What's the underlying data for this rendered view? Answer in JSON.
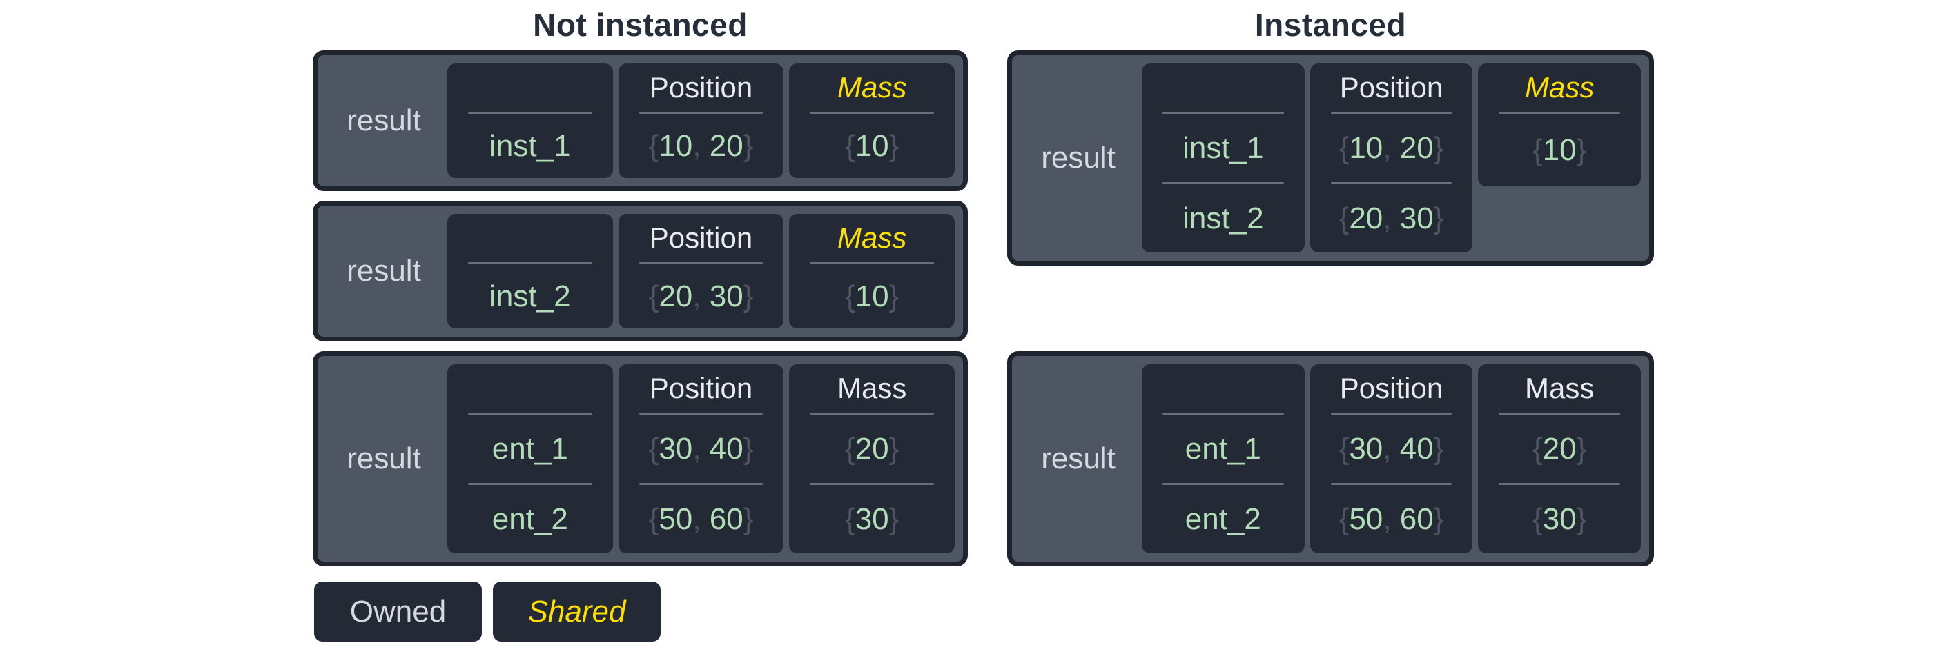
{
  "colors": {
    "page_background": "#ffffff",
    "title_text": "#272e3b",
    "container_fill": "#4f5663",
    "container_border": "#1f242e",
    "cell_fill": "#242a35",
    "divider": "#68707f",
    "header_text": "#e9ebef",
    "shared_yellow": "#ffdf00",
    "value_green": "#b2ddb8",
    "brace_muted": "#4d5462",
    "result_text": "#d6d9df"
  },
  "legend": {
    "owned_label": "Owned",
    "shared_label": "Shared"
  },
  "sections": [
    {
      "title": "Not instanced",
      "tables": [
        {
          "label": "result",
          "columns": [
            {
              "header": "",
              "shared": false,
              "values": [
                "inst_1"
              ]
            },
            {
              "header": "Position",
              "shared": false,
              "values": [
                "{10, 20}"
              ]
            },
            {
              "header": "Mass",
              "shared": true,
              "values": [
                "{10}"
              ]
            }
          ]
        },
        {
          "label": "result",
          "columns": [
            {
              "header": "",
              "shared": false,
              "values": [
                "inst_2"
              ]
            },
            {
              "header": "Position",
              "shared": false,
              "values": [
                "{20, 30}"
              ]
            },
            {
              "header": "Mass",
              "shared": true,
              "values": [
                "{10}"
              ]
            }
          ]
        },
        {
          "label": "result",
          "columns": [
            {
              "header": "",
              "shared": false,
              "values": [
                "ent_1",
                "ent_2"
              ]
            },
            {
              "header": "Position",
              "shared": false,
              "values": [
                "{30, 40}",
                "{50, 60}"
              ]
            },
            {
              "header": "Mass",
              "shared": false,
              "values": [
                "{20}",
                "{30}"
              ]
            }
          ]
        }
      ]
    },
    {
      "title": "Instanced",
      "tables": [
        {
          "label": "result",
          "columns": [
            {
              "header": "",
              "shared": false,
              "values": [
                "inst_1",
                "inst_2"
              ]
            },
            {
              "header": "Position",
              "shared": false,
              "values": [
                "{10, 20}",
                "{20, 30}"
              ]
            },
            {
              "header": "Mass",
              "shared": true,
              "values": [
                "{10}"
              ]
            }
          ]
        },
        {
          "label": "result",
          "columns": [
            {
              "header": "",
              "shared": false,
              "values": [
                "ent_1",
                "ent_2"
              ]
            },
            {
              "header": "Position",
              "shared": false,
              "values": [
                "{30, 40}",
                "{50, 60}"
              ]
            },
            {
              "header": "Mass",
              "shared": false,
              "values": [
                "{20}",
                "{30}"
              ]
            }
          ]
        }
      ]
    }
  ]
}
